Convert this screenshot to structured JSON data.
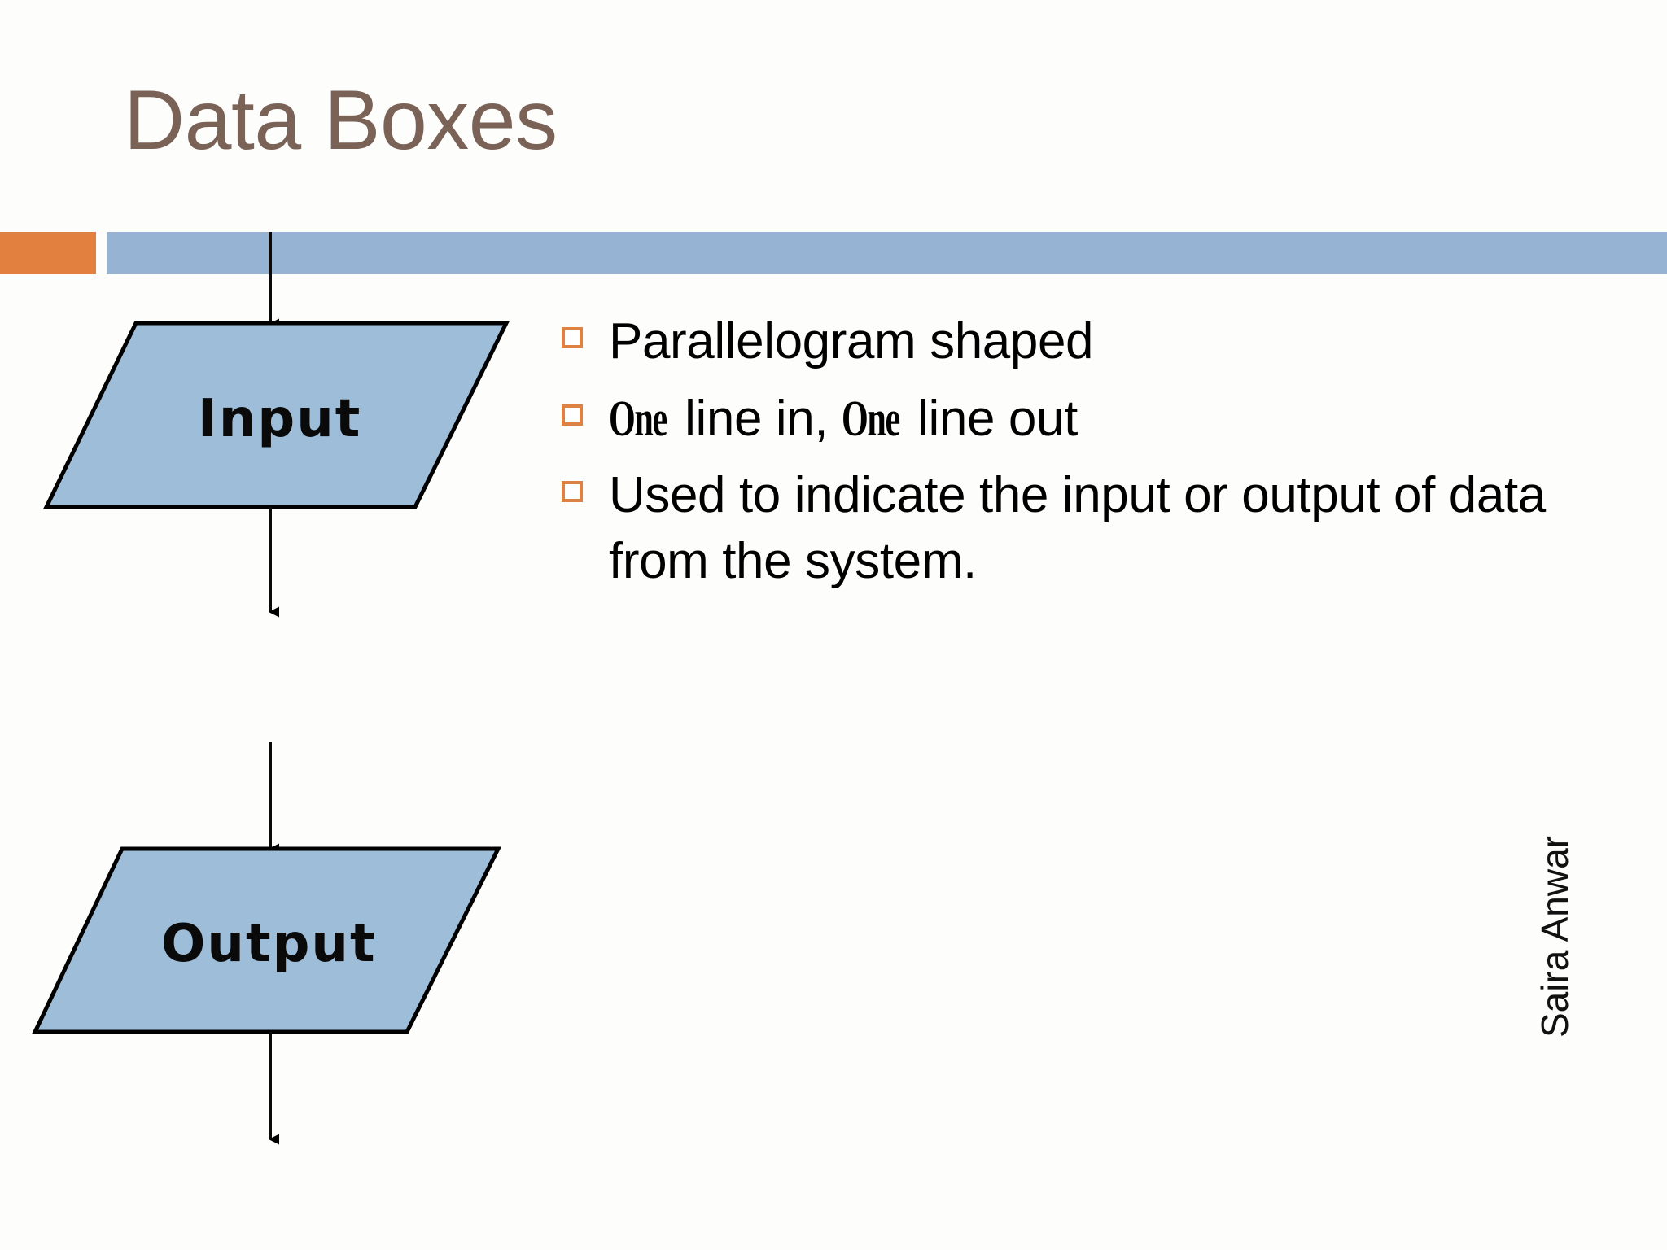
{
  "slide": {
    "title": "Data Boxes",
    "title_color": "#7B6257",
    "background_color": "#FFFFFF"
  },
  "divider": {
    "accent_color": "#E2803F",
    "bar_color": "#96B3D3"
  },
  "diagram": {
    "shape_fill": "#9DBDD8",
    "shape_stroke": "#000000",
    "nodes": [
      {
        "id": "input",
        "label": "Input",
        "shape": "parallelogram"
      },
      {
        "id": "output",
        "label": "Output",
        "shape": "parallelogram"
      }
    ],
    "connectors": [
      {
        "from": "top-edge",
        "to": "input",
        "arrowhead": "solid-triangle"
      },
      {
        "from": "input",
        "to": "below",
        "arrowhead": "solid-triangle"
      },
      {
        "from": "above",
        "to": "output",
        "arrowhead": "solid-triangle"
      },
      {
        "from": "output",
        "to": "bottom-edge",
        "arrowhead": "solid-triangle"
      }
    ]
  },
  "bullets": {
    "marker_color": "#DE8244",
    "items": [
      {
        "pre": "Parallelogram shaped",
        "emph1": "",
        "mid": "",
        "emph2": "",
        "post": ""
      },
      {
        "pre": "",
        "emph1": "One",
        "mid": " line in, ",
        "emph2": "One",
        "post": " line out"
      },
      {
        "pre": "Used to indicate the input or output of data from the system.",
        "emph1": "",
        "mid": "",
        "emph2": "",
        "post": ""
      }
    ]
  },
  "author": {
    "name": "Saira Anwar"
  }
}
